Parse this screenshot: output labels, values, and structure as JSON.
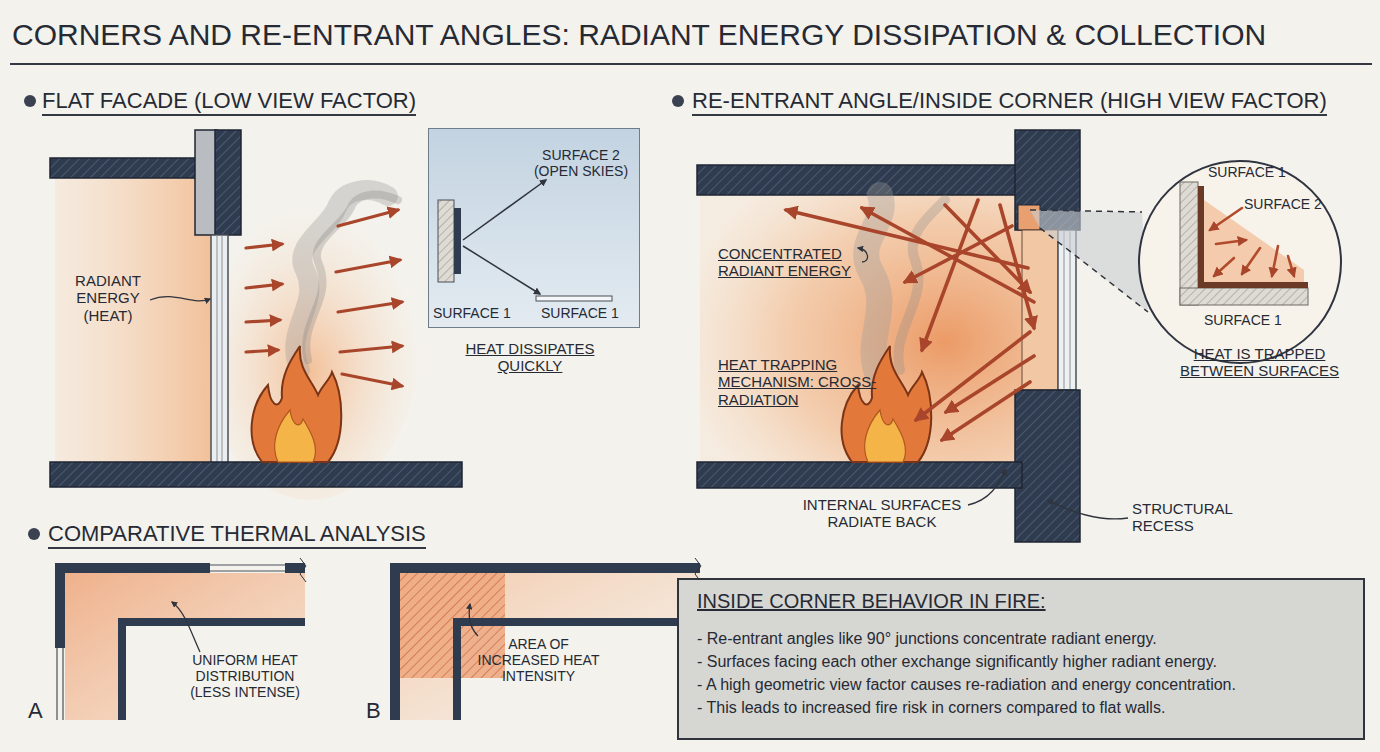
{
  "diagram": {
    "title": "CORNERS AND RE-ENTRANT ANGLES: RADIANT ENERGY DISSIPATION & COLLECTION",
    "nodes": [
      {
        "text": [
          "SURFACE 2 (OPEN SKIES)",
          "SURFACE 1",
          "SURFACE 1"
        ]
      },
      {
        "text": [
          "SURFACE 1",
          "SURFACE 2",
          "SURFACE 1"
        ]
      },
      {
        "text": [
          "INSIDE CORNER BEHAVIOR IN FIRE:",
          "- Re-entrant angles like 90° junctions concentrate radiant energy.",
          "- Surfaces facing each other exchange significantly higher radiant energy.",
          "- A high geometric view factor causes re-radiation and energy concentration.",
          "- This leads to increased fire risk in corners compared to flat walls."
        ]
      }
    ],
    "labels": [
      "FLAT FACADE (LOW VIEW FACTOR)",
      "RE-ENTRANT ANGLE/INSIDE CORNER (HIGH VIEW FACTOR)",
      "RADIANT ENERGY (HEAT)",
      "HEAT DISSIPATES QUICKLY",
      "CONCENTRATED RADIANT ENERGY",
      "HEAT TRAPPING MECHANISM: CROSS-RADIATION",
      "HEAT IS TRAPPED BETWEEN SURFACES",
      "INTERNAL SURFACES RADIATE BACK",
      "STRUCTURAL RECESS",
      "COMPARATIVE THERMAL ANALYSIS",
      "UNIFORM HEAT DISTRIBUTION (LESS INTENSE)",
      "AREA OF INCREASED HEAT INTENSITY",
      "A",
      "B"
    ]
  }
}
